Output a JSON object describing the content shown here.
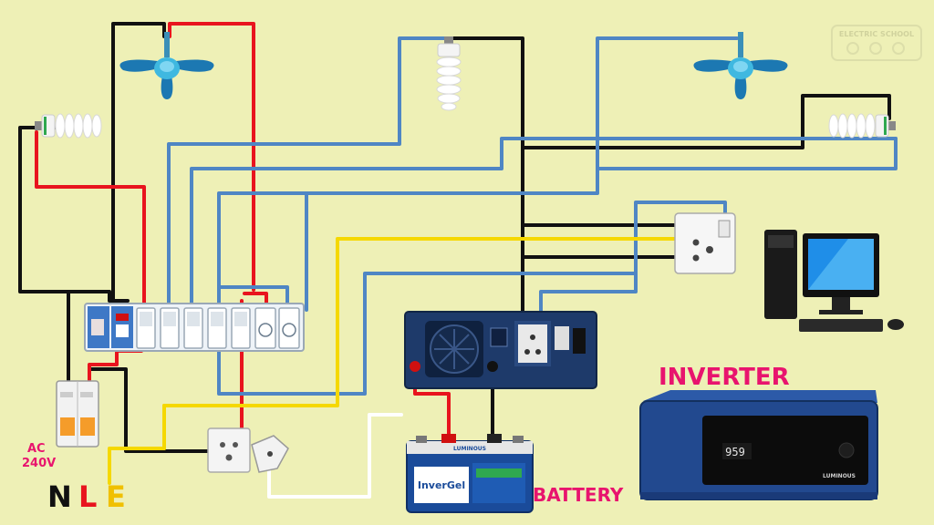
{
  "labels": {
    "ac": "AC",
    "voltage": "240V",
    "neutral": "N",
    "live": "L",
    "earth": "E",
    "battery": "BATTERY",
    "inverter": "INVERTER",
    "watermark": "ELECTRIC SCHOOL",
    "battery_brand": "LUMINOUS",
    "battery_model": "InverGel",
    "inverter_brand": "LUMINOUS",
    "inverter_display": "959"
  },
  "colors": {
    "background": "#eef0b6",
    "live_wire": "#e8141e",
    "neutral_wire": "#111111",
    "earth_wire": "#f5d800",
    "phase_wire": "#4f86c4",
    "label_pink": "#e8146e",
    "label_yellow": "#f0c000"
  },
  "icons": [
    "ceiling-fan-icon",
    "cfl-bulb-icon",
    "switch-board-icon",
    "mcb-icon",
    "socket-icon",
    "plug-icon",
    "battery-icon",
    "inverter-icon",
    "computer-icon"
  ]
}
